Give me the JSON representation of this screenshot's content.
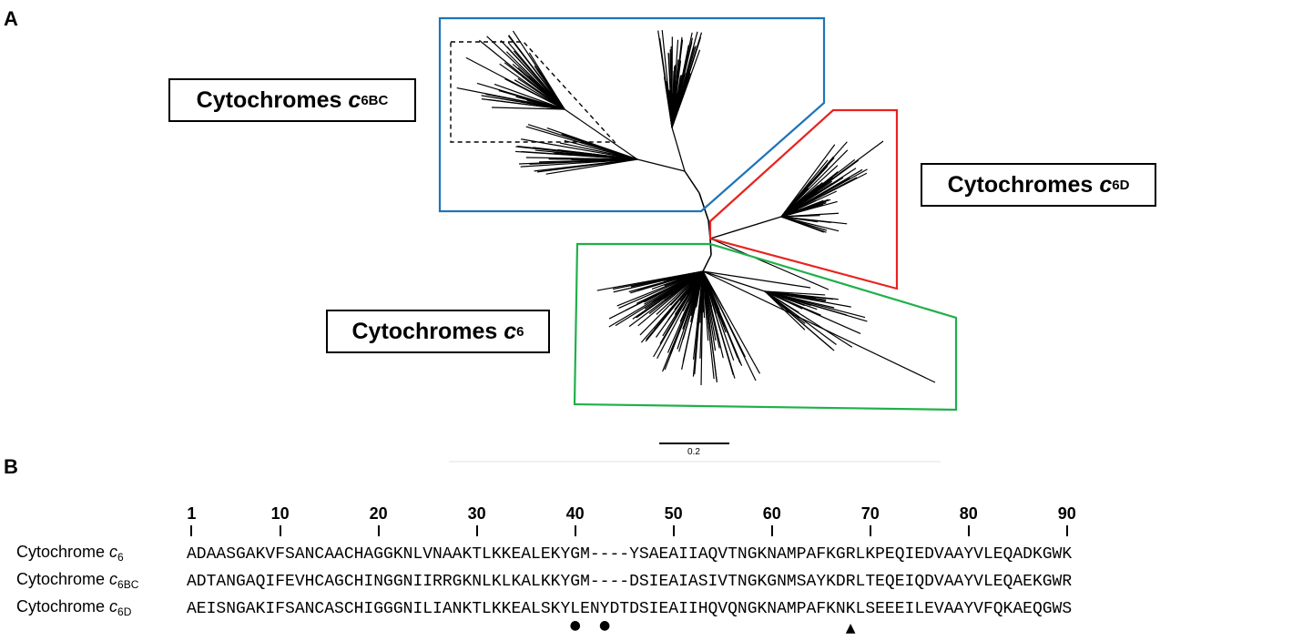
{
  "panels": {
    "a_label": "A",
    "b_label": "B"
  },
  "tree": {
    "clades": [
      {
        "id": "c6bc",
        "prefix": "Cytochromes",
        "italic": "c",
        "sub": "6BC",
        "color": "#1f74b8"
      },
      {
        "id": "c6d",
        "prefix": "Cytochromes",
        "italic": "c",
        "sub": "6D",
        "color": "#e8231f"
      },
      {
        "id": "c6",
        "prefix": "Cytochromes",
        "italic": "c",
        "sub": "6",
        "color": "#20b04b"
      }
    ],
    "scale_bar_label": "0.2"
  },
  "alignment": {
    "ruler_numbers": [
      "1",
      "10",
      "20",
      "30",
      "40",
      "50",
      "60",
      "70",
      "80",
      "90"
    ],
    "rows": [
      {
        "prefix": "Cytochrome",
        "italic": "c",
        "sub": "6",
        "sequence": "ADAASGAKVFSANCAACHAGGKNLVNAAKTLKKEALEKYGM----YSAEAIIAQVTNGKNAMPAFKGRLKPEQIEDVAAYVLEQADKGWK"
      },
      {
        "prefix": "Cytochrome",
        "italic": "c",
        "sub": "6BC",
        "sequence": "ADTANGAQIFEVHCAGCHINGGNIIRRGKNLKLKALKKYGM----DSIEAIASIVTNGKGNMSAYKDRLTEQEIQDVAAYVLEQAEKGWR"
      },
      {
        "prefix": "Cytochrome",
        "italic": "c",
        "sub": "6D",
        "sequence": "AEISNGAKIFSANCASCHIGGGNILIANKTLKKEALSKYLENYDTDSIEAIIHQVQNGKNAMPAFKNKLSEEEILEVAAYVFQKAEQGWS"
      }
    ],
    "markers": [
      {
        "position": 40,
        "symbol": "●"
      },
      {
        "position": 43,
        "symbol": "●"
      },
      {
        "position": 68,
        "symbol": "▲"
      }
    ]
  }
}
